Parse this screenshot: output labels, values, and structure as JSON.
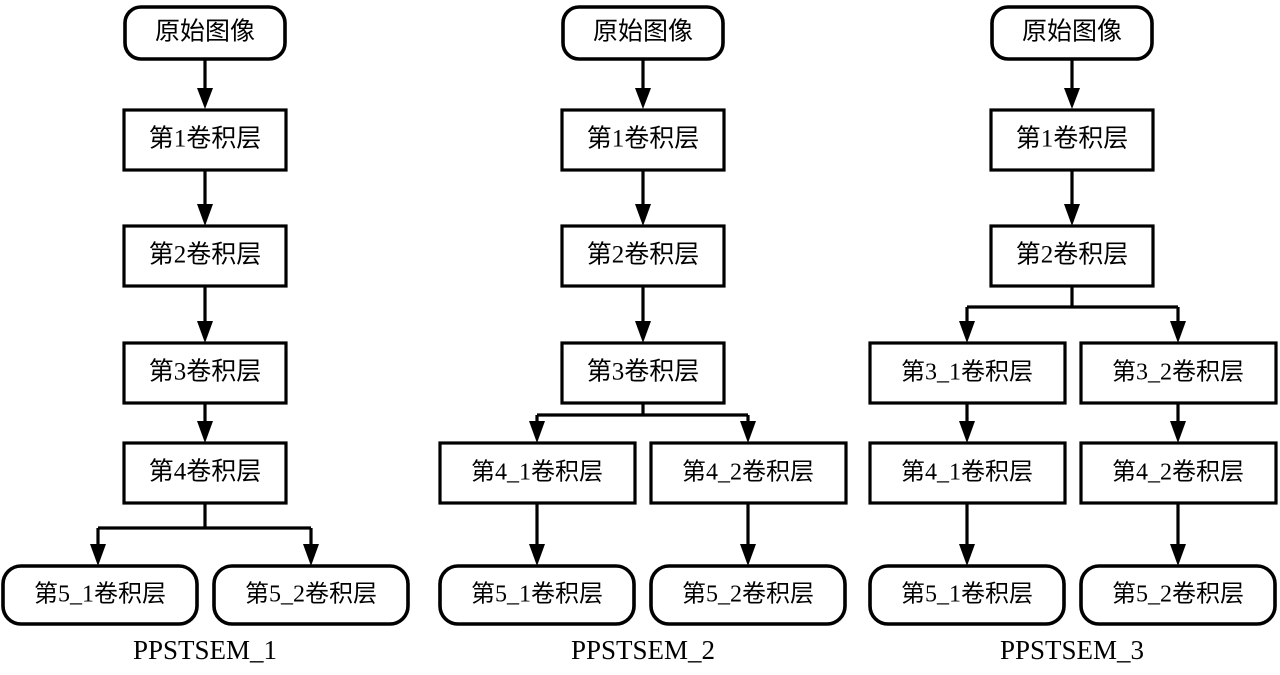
{
  "diagram": {
    "title_visible": false,
    "colors": {
      "stroke": "#000000",
      "fill": "#ffffff",
      "background": "#ffffff"
    },
    "columns": [
      {
        "caption": "PPSTSEM_1",
        "nodes": {
          "input": "原始图像",
          "conv1": "第1卷积层",
          "conv2": "第2卷积层",
          "conv3": "第3卷积层",
          "conv4": "第4卷积层",
          "conv5_1": "第5_1卷积层",
          "conv5_2": "第5_2卷积层"
        }
      },
      {
        "caption": "PPSTSEM_2",
        "nodes": {
          "input": "原始图像",
          "conv1": "第1卷积层",
          "conv2": "第2卷积层",
          "conv3": "第3卷积层",
          "conv4_1": "第4_1卷积层",
          "conv4_2": "第4_2卷积层",
          "conv5_1": "第5_1卷积层",
          "conv5_2": "第5_2卷积层"
        }
      },
      {
        "caption": "PPSTSEM_3",
        "nodes": {
          "input": "原始图像",
          "conv1": "第1卷积层",
          "conv2": "第2卷积层",
          "conv3_1": "第3_1卷积层",
          "conv3_2": "第3_2卷积层",
          "conv4_1": "第4_1卷积层",
          "conv4_2": "第4_2卷积层",
          "conv5_1": "第5_1卷积层",
          "conv5_2": "第5_2卷积层"
        }
      }
    ]
  }
}
